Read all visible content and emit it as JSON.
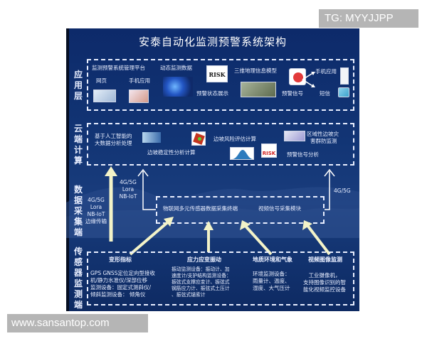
{
  "title": "安泰自动化监测预警系统架构",
  "watermarks": {
    "top_right": "TG: MYYJJPP",
    "bottom_left": "www.sansantop.com"
  },
  "layers": {
    "application": {
      "label": "应用层",
      "items": {
        "platform": "监测预警系统管理平台",
        "webpage": "网页",
        "mobile_app": "手机应用",
        "dynamic_data": "动态监测数据",
        "risk_badge": "RISK",
        "status_display": "预警状态展示",
        "gis_model": "三维地理信息模型",
        "warning_signal": "预警信号",
        "mobile_app_2": "手机应用",
        "sms": "短信"
      }
    },
    "cloud": {
      "label": "云端计算",
      "items": {
        "ai_big_data_1": "基于人工智能的",
        "ai_big_data_2": "大数据分析处理",
        "slope_stability": "边坡稳定性分析计算",
        "slope_risk": "边坡风险评估计算",
        "risk_badge": "RISK",
        "signal_analysis": "预警信号分析",
        "regional_1": "区域性边坡灾",
        "regional_2": "害群防监测"
      }
    },
    "acquisition": {
      "label": "数据采集端",
      "left_protocols": [
        "4G/5G",
        "Lora",
        "NB-IoT",
        "边缘传输"
      ],
      "mid_protocols": [
        "4G/5G",
        "Lora",
        "NB-IoT"
      ],
      "right_protocol": "4G/5G",
      "iot_terminal": "物联网多元传感器数据采集终端",
      "video_module": "视频信号采集模块"
    },
    "sensor": {
      "label": "传感器监测端",
      "columns": [
        {
          "heading": "变形指标",
          "lines": [
            "GPS GNSS定位定向型接收",
            "机/静力水准仪/深部位移",
            "监测设备：固定式测斜仪/",
            "倾斜监测设备： 倾角仪"
          ]
        },
        {
          "heading": "应力应变振动",
          "lines": [
            "振动监测设备：振动计、加",
            "速度计/支护结构监测设备：",
            "振弦式支撑应变计、振弦式",
            "钢筋应力计、振弦式土压计",
            "、振弦式锚索计"
          ]
        },
        {
          "heading": "地质环境和气象",
          "lines": [
            "环境监测设备：",
            "雨量计、温度、",
            "湿度、大气压计"
          ]
        },
        {
          "heading": "视频图像监测",
          "lines": [
            "工业摄像机，",
            "支持图像识别的智",
            "能化视频监控设备"
          ]
        }
      ]
    }
  },
  "colors": {
    "background_top": "#0d2a6a",
    "background_mid": "#1a3d7d",
    "dash": "#e8eeff",
    "arrow": "#f3f3c8",
    "watermark_bg": "#b5b5b5"
  }
}
